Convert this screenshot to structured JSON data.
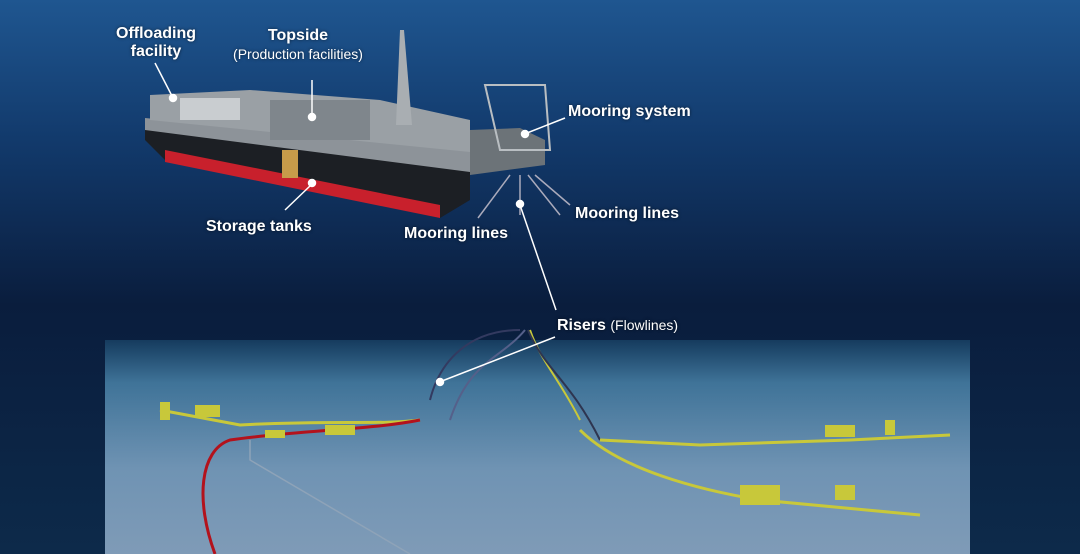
{
  "labels": {
    "offloading": {
      "line1": "Offloading",
      "line2": "facility"
    },
    "topside": {
      "title": "Topside",
      "subtitle": "(Production facilities)"
    },
    "mooring_system": "Mooring system",
    "storage_tanks": "Storage tanks",
    "mooring_lines_left": "Mooring lines",
    "mooring_lines_right": "Mooring lines",
    "risers": {
      "title": "Risers",
      "subtitle": "(Flowlines)"
    }
  },
  "colors": {
    "hull_red": "#c8202c",
    "hull_black": "#1c1f24",
    "subsea_yellow": "#c8c83a",
    "flowline_red": "#b3121c"
  }
}
